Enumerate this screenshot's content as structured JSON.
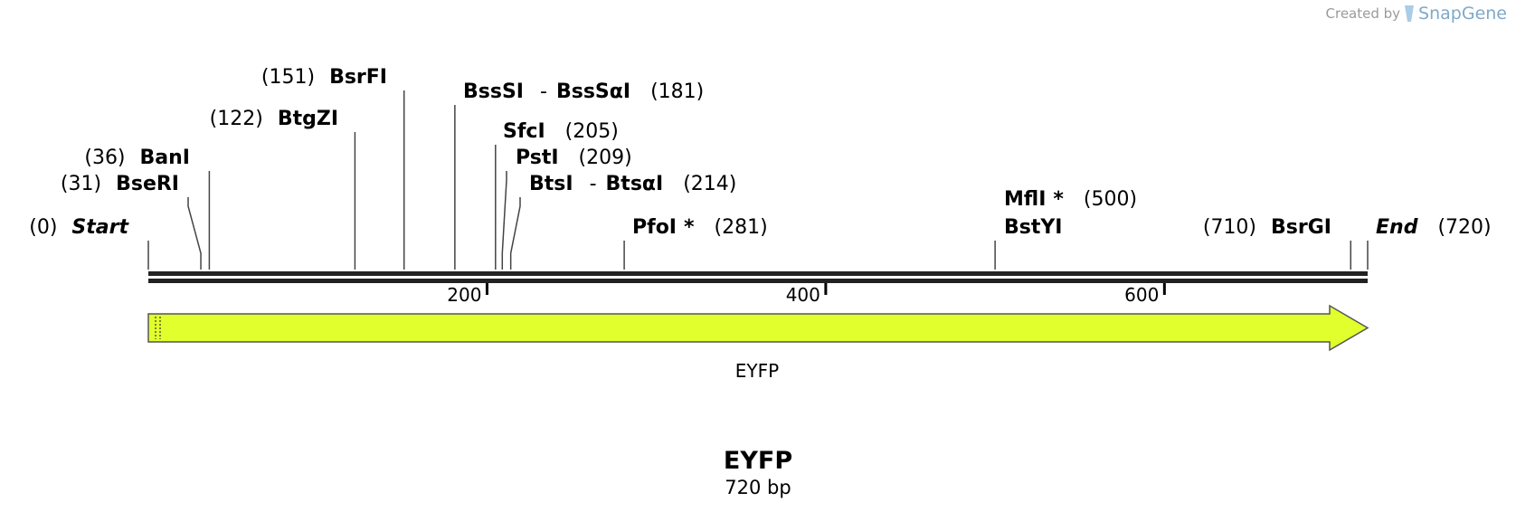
{
  "watermark": {
    "prefix": "Created by",
    "brand": "SnapGene",
    "icon": "snapgene-logo-icon"
  },
  "map": {
    "title": "EYFP",
    "length_label": "720 bp",
    "length": 720,
    "backbone_color": "#222222",
    "sites": [
      {
        "name": "Start",
        "pos": 0,
        "pos_label": "(0)",
        "style": "endpoint"
      },
      {
        "name": "BseRI",
        "pos": 31,
        "pos_label": "(31)"
      },
      {
        "name": "BanI",
        "pos": 36,
        "pos_label": "(36)"
      },
      {
        "name": "BtgZI",
        "pos": 122,
        "pos_label": "(122)"
      },
      {
        "name": "BsrFI",
        "pos": 151,
        "pos_label": "(151)"
      },
      {
        "name": "BssSI",
        "alt_name": "BssSαI",
        "pos": 181,
        "pos_label": "(181)"
      },
      {
        "name": "SfcI",
        "pos": 205,
        "pos_label": "(205)"
      },
      {
        "name": "PstI",
        "pos": 209,
        "pos_label": "(209)"
      },
      {
        "name": "BtsI",
        "alt_name": "BtsαI",
        "pos": 214,
        "pos_label": "(214)"
      },
      {
        "name": "PfoI",
        "pos": 281,
        "pos_label": "(281)",
        "marked": true
      },
      {
        "name": "MflI",
        "pos": 500,
        "pos_label": "(500)",
        "marked": true
      },
      {
        "name": "BstYI",
        "pos": 500,
        "pos_label": ""
      },
      {
        "name": "BsrGI",
        "pos": 710,
        "pos_label": "(710)"
      },
      {
        "name": "End",
        "pos": 720,
        "pos_label": "(720)",
        "style": "endpoint"
      }
    ],
    "ticks": [
      {
        "value": 200,
        "label": "200"
      },
      {
        "value": 400,
        "label": "400"
      },
      {
        "value": 600,
        "label": "600"
      }
    ],
    "features": [
      {
        "name": "EYFP",
        "start": 1,
        "end": 720,
        "direction": "forward",
        "color": "#e1ff2d",
        "outline": "#555555"
      }
    ],
    "marker_symbol": "*",
    "separator": "-"
  }
}
